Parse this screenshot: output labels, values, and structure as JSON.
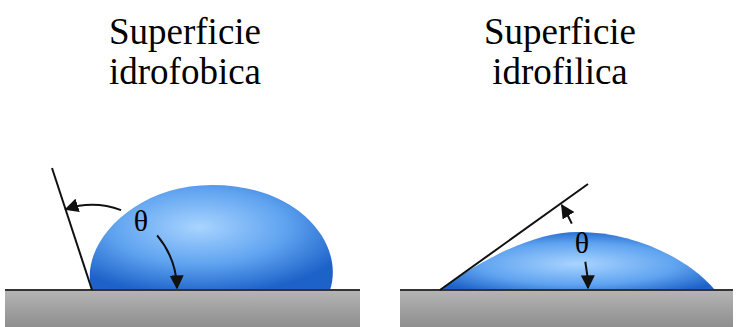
{
  "diagram": {
    "labels": [
      "Superficie idrofobica",
      "Superficie idrofilica",
      "θ",
      "θ"
    ]
  }
}
